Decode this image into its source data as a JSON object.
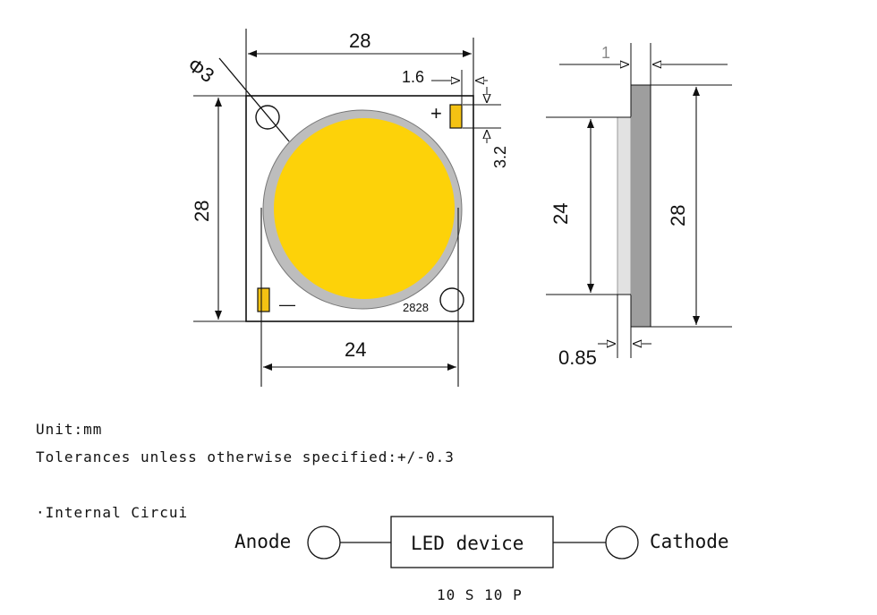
{
  "front_view": {
    "top_width": "28",
    "hole_diameter": "Φ3",
    "pad_offset": "1.6",
    "pad_height": "3.2",
    "left_height": "28",
    "bottom_width": "24",
    "plus_sign": "+",
    "minus_sign": "—",
    "model": "2828"
  },
  "side_view": {
    "thickness": "1",
    "inner_height": "24",
    "outer_height": "28",
    "lens_thickness": "0.85"
  },
  "notes": {
    "unit": "Unit:mm",
    "tolerance": "Tolerances unless otherwise specified:+/-0.3",
    "circuit_heading": "·Internal Circui"
  },
  "circuit": {
    "anode": "Anode",
    "device": "LED device",
    "cathode": "Cathode",
    "config": "10 S 10 P"
  },
  "colors": {
    "emitter": "#FDD209",
    "ring": "#BDBDBD",
    "pad": "#F4C213",
    "substrate_side": "#9E9E9E",
    "lens_side": "#E2E2E2"
  }
}
